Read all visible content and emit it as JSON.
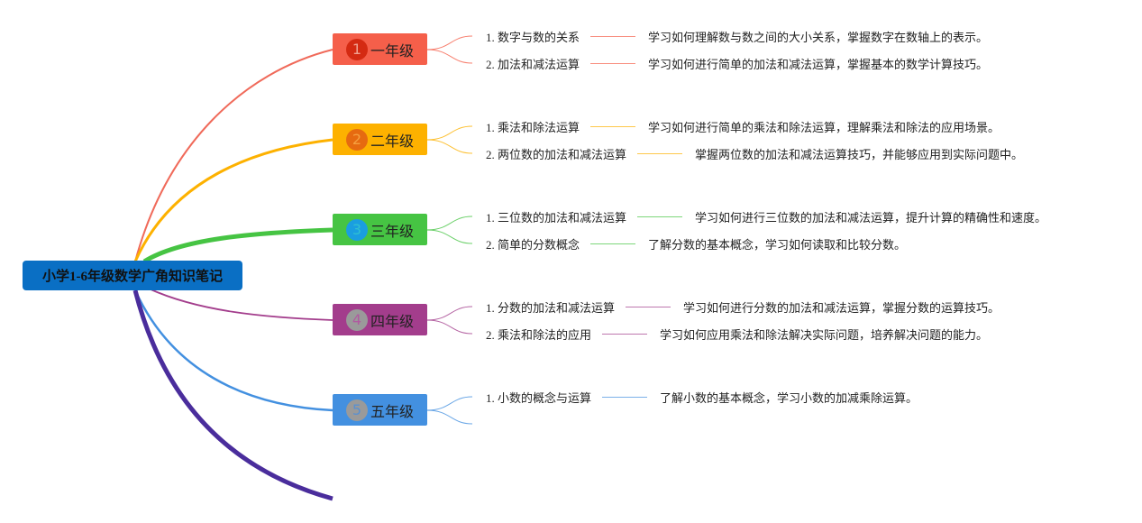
{
  "root": {
    "title": "小学1-6年级数学广角知识笔记",
    "color": "#0a6fc4"
  },
  "grades": [
    {
      "num": "1",
      "label": "一年级",
      "color": "#f55f4a",
      "badge_bg": "#d42a12",
      "badge_fg": "#f0a090",
      "items": [
        {
          "label": "1. 数字与数的关系",
          "desc": "学习如何理解数与数之间的大小关系，掌握数字在数轴上的表示。"
        },
        {
          "label": "2. 加法和减法运算",
          "desc": "学习如何进行简单的加法和减法运算，掌握基本的数学计算技巧。"
        }
      ]
    },
    {
      "num": "2",
      "label": "二年级",
      "color": "#fdb100",
      "badge_bg": "#e66a10",
      "badge_fg": "#f5a040",
      "items": [
        {
          "label": "1. 乘法和除法运算",
          "desc": "学习如何进行简单的乘法和除法运算，理解乘法和除法的应用场景。"
        },
        {
          "label": "2. 两位数的加法和减法运算",
          "desc": "掌握两位数的加法和减法运算技巧，并能够应用到实际问题中。"
        }
      ]
    },
    {
      "num": "3",
      "label": "三年级",
      "color": "#46c443",
      "badge_bg": "#1a9ee0",
      "badge_fg": "#30c0d0",
      "items": [
        {
          "label": "1. 三位数的加法和减法运算",
          "desc": "学习如何进行三位数的加法和减法运算，提升计算的精确性和速度。"
        },
        {
          "label": "2. 简单的分数概念",
          "desc": "了解分数的基本概念，学习如何读取和比较分数。"
        }
      ]
    },
    {
      "num": "4",
      "label": "四年级",
      "color": "#a33d8c",
      "badge_bg": "#9a9a9a",
      "badge_fg": "#b05aa0",
      "items": [
        {
          "label": "1. 分数的加法和减法运算",
          "desc": "学习如何进行分数的加法和减法运算，掌握分数的运算技巧。"
        },
        {
          "label": "2. 乘法和除法的应用",
          "desc": "学习如何应用乘法和除法解决实际问题，培养解决问题的能力。"
        }
      ]
    },
    {
      "num": "5",
      "label": "五年级",
      "color": "#4390e0",
      "badge_bg": "#9a9a9a",
      "badge_fg": "#5a90d0",
      "items": [
        {
          "label": "1. 小数的概念与运算",
          "desc": "了解小数的基本概念，学习小数的加减乘除运算。"
        }
      ]
    }
  ],
  "extra_branch_color": "#4a2d9c"
}
